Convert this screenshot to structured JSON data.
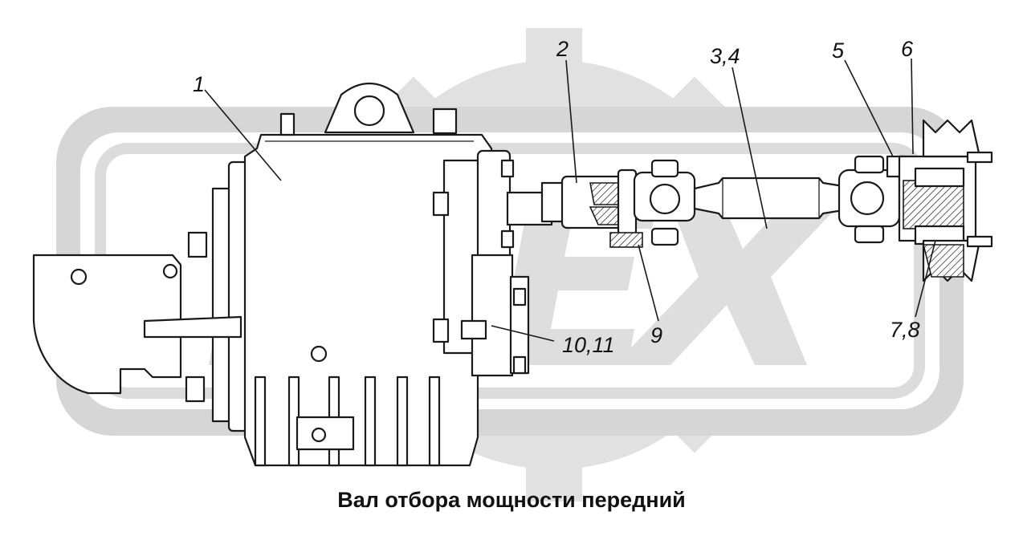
{
  "caption": "Вал отбора мощности передний",
  "watermark_text": "OPEX",
  "callouts": [
    "1",
    "2",
    "3,4",
    "5",
    "6",
    "7,8",
    "9",
    "10,11"
  ],
  "colors": {
    "watermark": "#dedede",
    "line": "#1a1a1a",
    "background": "#ffffff"
  }
}
